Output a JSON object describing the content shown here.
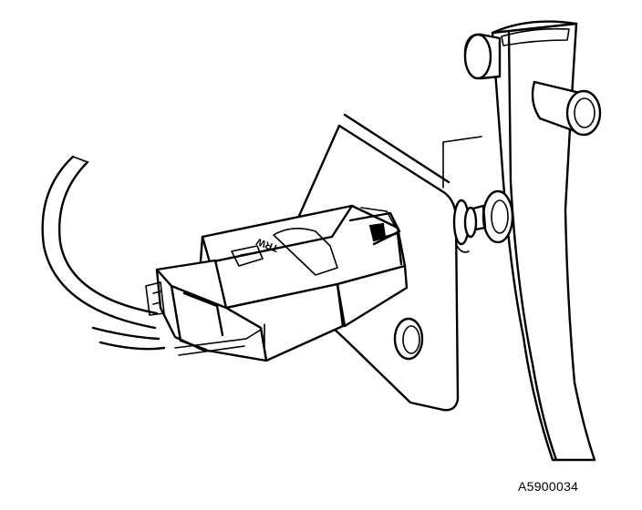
{
  "figure": {
    "code": "A5900034",
    "connector_marking": "TRW"
  },
  "colors": {
    "line": "#000000",
    "background": "#ffffff"
  },
  "parts": [
    "wire-harness",
    "electrical-connector",
    "switch-body",
    "mounting-bracket",
    "brake-pedal-arm",
    "pedal-pivot-shaft",
    "plunger-bumper"
  ]
}
